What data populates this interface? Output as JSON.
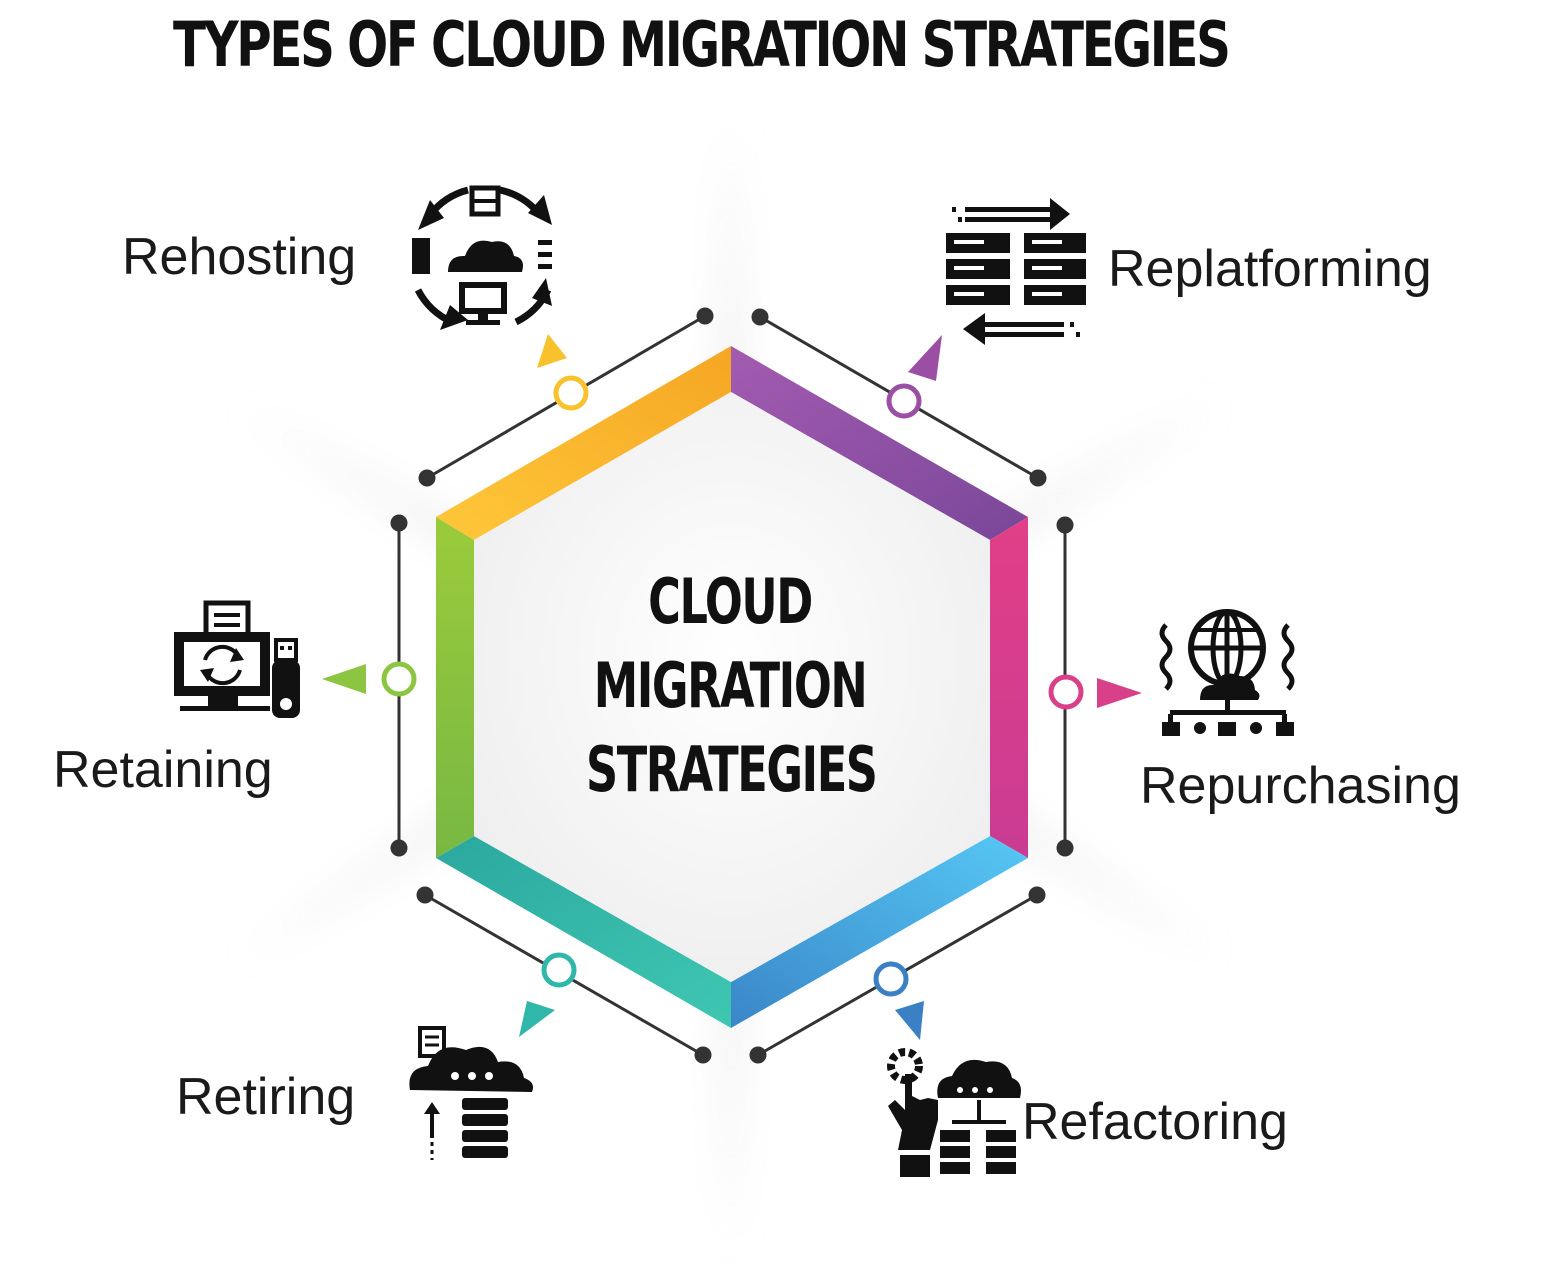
{
  "title": "TYPES OF CLOUD MIGRATION STRATEGIES",
  "center": {
    "lines": [
      "CLOUD",
      "MIGRATION",
      "STRATEGIES"
    ]
  },
  "strategies": [
    {
      "label": "Rehosting",
      "icon": "cloud-cycle-icon",
      "color": "#F7B224"
    },
    {
      "label": "Replatforming",
      "icon": "server-transfer-icon",
      "color": "#9B4FA4"
    },
    {
      "label": "Repurchasing",
      "icon": "globe-cloud-network-icon",
      "color": "#D9408A"
    },
    {
      "label": "Refactoring",
      "icon": "hand-gear-cloud-icon",
      "color": "#3B7FC4"
    },
    {
      "label": "Retiring",
      "icon": "cloud-database-icon",
      "color": "#2FB7AA"
    },
    {
      "label": "Retaining",
      "icon": "computer-usb-icon",
      "color": "#8BC541"
    }
  ]
}
